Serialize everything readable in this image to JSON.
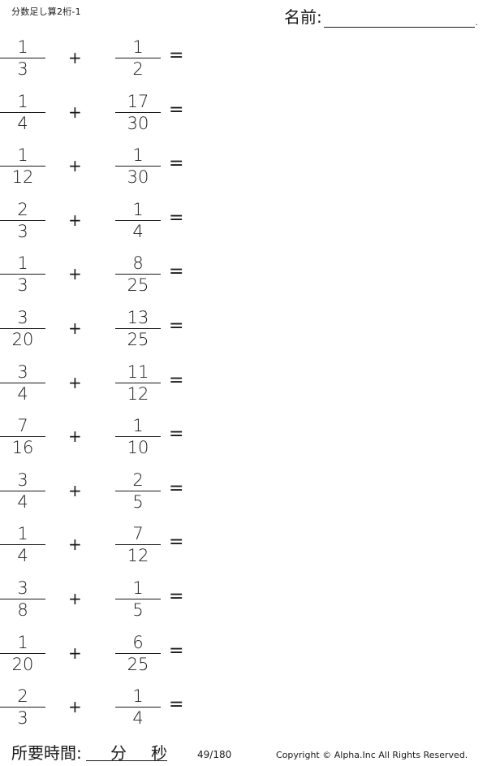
{
  "header": {
    "title": "分数足し算2桁-1",
    "name_label": "名前:",
    "name_end": "."
  },
  "problems": [
    {
      "a_num": "1",
      "a_den": "3",
      "op": "+",
      "b_num": "1",
      "b_den": "2",
      "eq": "="
    },
    {
      "a_num": "1",
      "a_den": "4",
      "op": "+",
      "b_num": "17",
      "b_den": "30",
      "eq": "="
    },
    {
      "a_num": "1",
      "a_den": "12",
      "op": "+",
      "b_num": "1",
      "b_den": "30",
      "eq": "="
    },
    {
      "a_num": "2",
      "a_den": "3",
      "op": "+",
      "b_num": "1",
      "b_den": "4",
      "eq": "="
    },
    {
      "a_num": "1",
      "a_den": "3",
      "op": "+",
      "b_num": "8",
      "b_den": "25",
      "eq": "="
    },
    {
      "a_num": "3",
      "a_den": "20",
      "op": "+",
      "b_num": "13",
      "b_den": "25",
      "eq": "="
    },
    {
      "a_num": "3",
      "a_den": "4",
      "op": "+",
      "b_num": "11",
      "b_den": "12",
      "eq": "="
    },
    {
      "a_num": "7",
      "a_den": "16",
      "op": "+",
      "b_num": "1",
      "b_den": "10",
      "eq": "="
    },
    {
      "a_num": "3",
      "a_den": "4",
      "op": "+",
      "b_num": "2",
      "b_den": "5",
      "eq": "="
    },
    {
      "a_num": "1",
      "a_den": "4",
      "op": "+",
      "b_num": "7",
      "b_den": "12",
      "eq": "="
    },
    {
      "a_num": "3",
      "a_den": "8",
      "op": "+",
      "b_num": "1",
      "b_den": "5",
      "eq": "="
    },
    {
      "a_num": "1",
      "a_den": "20",
      "op": "+",
      "b_num": "6",
      "b_den": "25",
      "eq": "="
    },
    {
      "a_num": "2",
      "a_den": "3",
      "op": "+",
      "b_num": "1",
      "b_den": "4",
      "eq": "="
    }
  ],
  "footer": {
    "time_label": "所要時間:",
    "minutes_label": "分",
    "seconds_label": "秒",
    "page_number": "49/180",
    "copyright": "Copyright ©  Alpha.Inc All Rights Reserved."
  }
}
